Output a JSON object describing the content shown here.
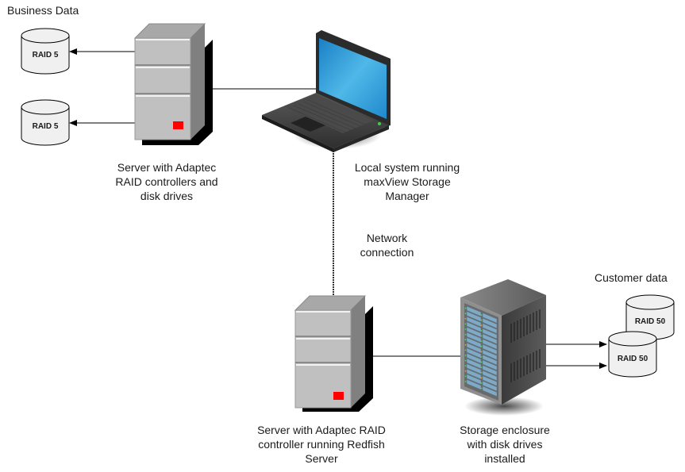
{
  "groups": {
    "business": {
      "title": "Business Data",
      "disks": [
        "RAID 5",
        "RAID 5"
      ]
    },
    "customer": {
      "title": "Customer data",
      "disks": [
        "RAID 50",
        "RAID 50"
      ]
    }
  },
  "nodes": {
    "server_top": {
      "caption": [
        "Server with Adaptec",
        "RAID controllers and",
        "disk drives"
      ]
    },
    "laptop": {
      "caption": [
        "Local system running",
        "maxView Storage",
        "Manager"
      ]
    },
    "network": {
      "caption": [
        "Network",
        "connection"
      ]
    },
    "server_bottom": {
      "caption": [
        "Server with Adaptec RAID",
        "controller running Redfish",
        "Server"
      ]
    },
    "enclosure": {
      "caption": [
        "Storage enclosure",
        "with disk drives",
        "installed"
      ]
    }
  },
  "colors": {
    "server_face": "#c0c0c0",
    "server_side": "#808080",
    "indicator": "#ff0000",
    "disk_fill": "#f0f0f0",
    "screen": "#2a9bd8",
    "rack_panel": "#7fa9c4"
  }
}
